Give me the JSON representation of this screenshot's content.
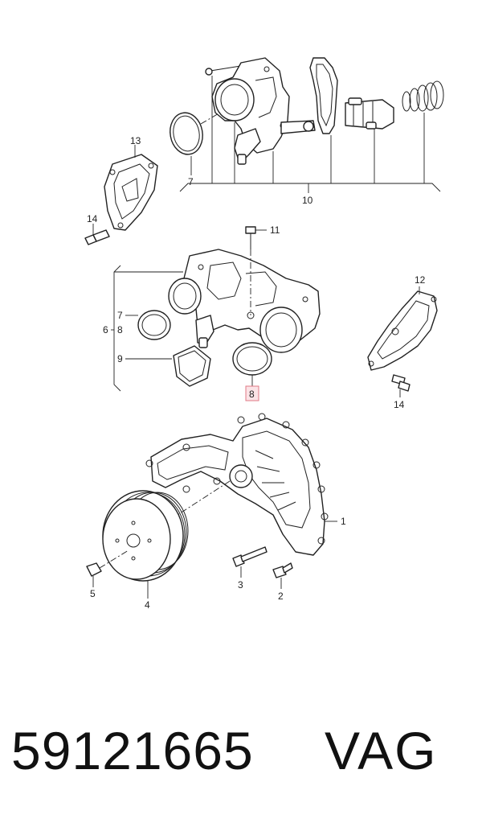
{
  "footer": {
    "part_number": "59121665",
    "brand": "VAG"
  },
  "callouts": {
    "c1": "1",
    "c2": "2",
    "c3": "3",
    "c4": "4",
    "c5": "5",
    "c6": "6",
    "c7a": "7",
    "c7b": "7",
    "c8a": "8",
    "c8b": "8",
    "c9": "9",
    "c10": "10",
    "c11": "11",
    "c12": "12",
    "c13": "13",
    "c14a": "14",
    "c14b": "14"
  },
  "highlight_color": "#e07a86"
}
